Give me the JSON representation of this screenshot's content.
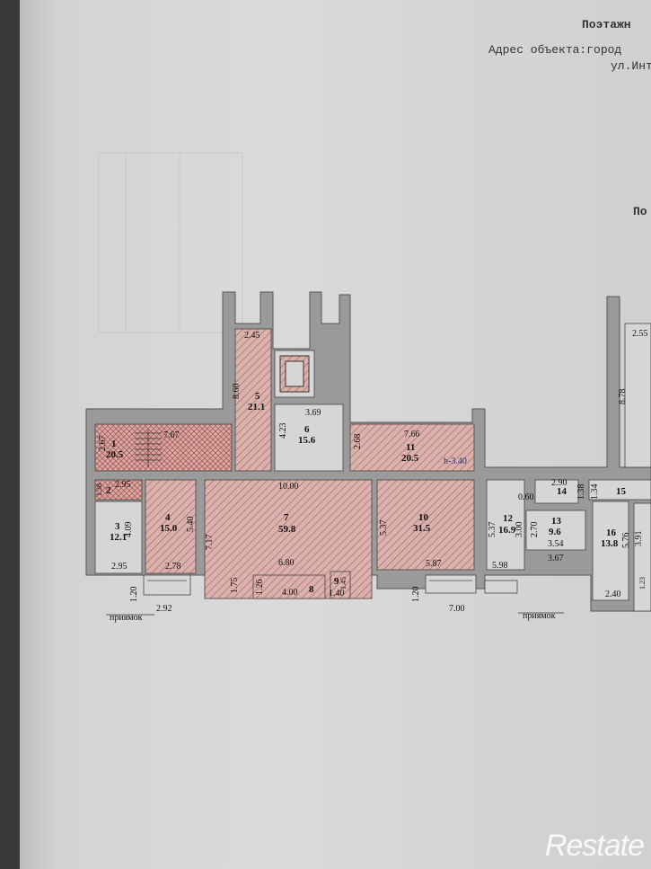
{
  "header": {
    "title": "Поэтажн",
    "address_line1": "Адрес объекта:город",
    "address_line2": "ул.Инт",
    "subtitle": "По"
  },
  "rooms": [
    {
      "id": "1",
      "area": "20.5"
    },
    {
      "id": "2",
      "area": ""
    },
    {
      "id": "3",
      "area": "12.1"
    },
    {
      "id": "4",
      "area": "15.0"
    },
    {
      "id": "5",
      "area": "21.1"
    },
    {
      "id": "6",
      "area": "15.6"
    },
    {
      "id": "7",
      "area": "59.8"
    },
    {
      "id": "8",
      "area": ""
    },
    {
      "id": "9",
      "area": ""
    },
    {
      "id": "10",
      "area": "31.5"
    },
    {
      "id": "11",
      "area": "20.5"
    },
    {
      "id": "12",
      "area": "16.9"
    },
    {
      "id": "13",
      "area": "9.6"
    },
    {
      "id": "14",
      "area": ""
    },
    {
      "id": "15",
      "area": ""
    },
    {
      "id": "16",
      "area": "13.8"
    }
  ],
  "dimensions": {
    "d_2_45": "2.45",
    "d_8_60": "8.60",
    "d_3_69": "3.69",
    "d_4_23": "4.23",
    "d_7_67": "7.67",
    "d_2_67": "2.67",
    "d_7_66": "7.66",
    "d_2_68": "2.68",
    "d_h": "h-3.40",
    "d_2_95a": "2.95",
    "d_1_38": "1.38",
    "d_10_00": "10.00",
    "d_4_09": "4.09",
    "d_5_40": "5.40",
    "d_7_17": "7.17",
    "d_5_37a": "5.37",
    "d_2_95b": "2.95",
    "d_2_78": "2.78",
    "d_6_80": "6.80",
    "d_1_75": "1.75",
    "d_1_26": "1.26",
    "d_4_00": "4.00",
    "d_1_40": "1.40",
    "d_1_45": "1.45",
    "d_5_87": "5.87",
    "d_5_37b": "5.37",
    "d_3_00": "3.00",
    "d_2_90": "2.90",
    "d_0_60": "0.60",
    "d_1_38b": "1.38",
    "d_2_70": "2.70",
    "d_3_54": "3.54",
    "d_3_67": "3.67",
    "d_5_98": "5.98",
    "d_5_76": "5.76",
    "d_3_91": "3.91",
    "d_2_40": "2.40",
    "d_1_23": "1.23",
    "d_2_55": "2.55",
    "d_8_78": "8.78",
    "d_1_34": "1.34",
    "d_1_20a": "1.20",
    "d_2_92": "2.92",
    "d_1_20b": "1.20",
    "d_7_00": "7.00"
  },
  "labels": {
    "pit1": "приямок",
    "pit2": "приямок"
  },
  "watermark": "Restate",
  "colors": {
    "hatch": "#c98a86",
    "wall": "#8a8a8a",
    "paper": "#d6d6d6"
  }
}
